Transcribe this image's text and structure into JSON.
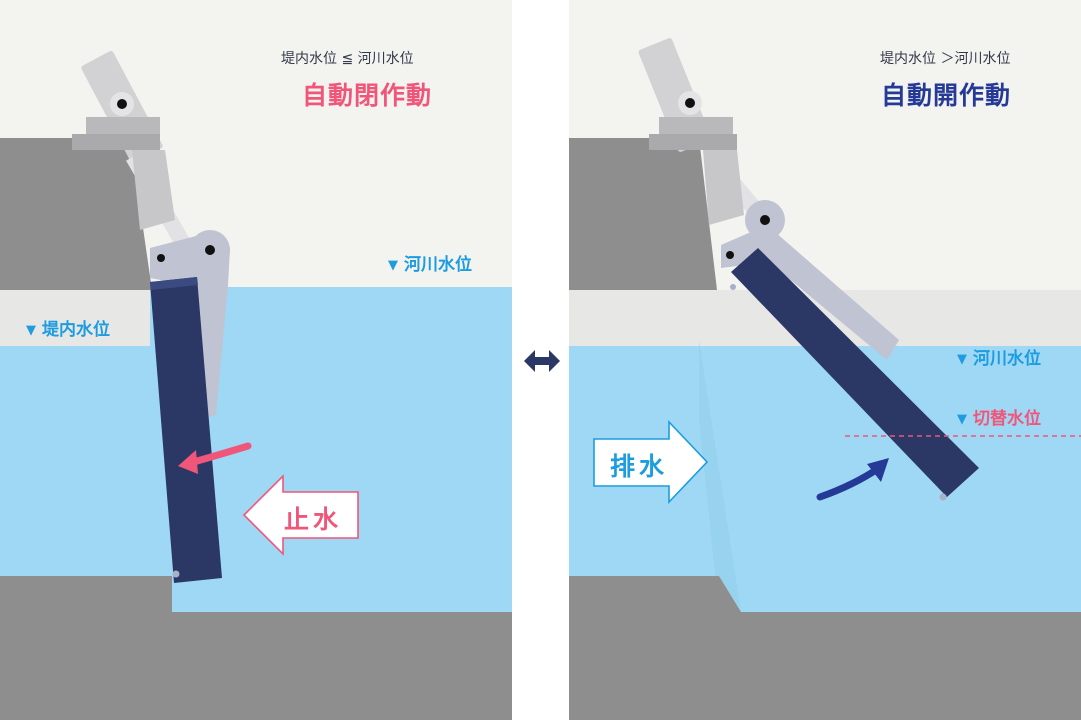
{
  "colors": {
    "sky": "#f3f3ef",
    "ground": "#8e8e8e",
    "wall_light": "#e7e7e5",
    "water": "#9fd8f4",
    "gate": "#2b3765",
    "frame": "#bfc3d2",
    "machine": "#d2d2d4",
    "close_accent": "#f0567a",
    "open_accent": "#253a97",
    "label_blue": "#1d9ce0"
  },
  "left_panel": {
    "condition": "堤内水位 ≦ 河川水位",
    "title": "自動閉作動",
    "river_level": "河川水位",
    "inner_level": "堤内水位",
    "action": "止水"
  },
  "right_panel": {
    "condition": "堤内水位 ＞河川水位",
    "title": "自動開作動",
    "river_level": "河川水位",
    "switch_level": "切替水位",
    "action": "排水"
  },
  "icons": {
    "level_marker": "▼",
    "swap": "left-right-arrow-icon"
  }
}
